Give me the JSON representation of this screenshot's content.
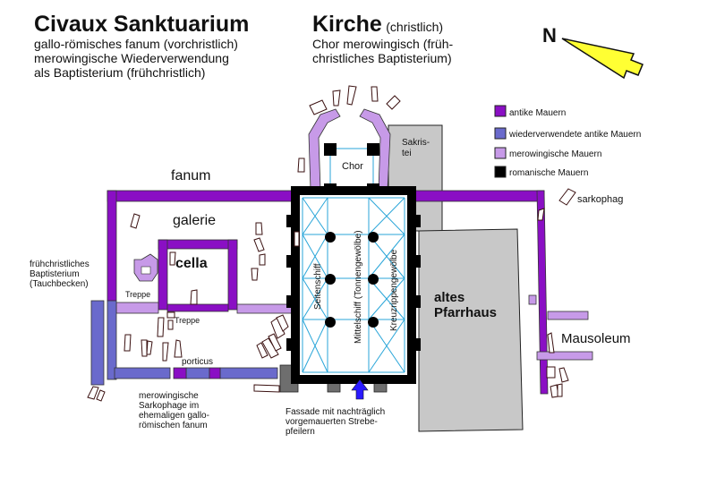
{
  "title_left": {
    "heading": "Civaux Sanktuarium",
    "lines": [
      "gallo-römisches  fanum (vorchristlich)",
      "merowingische Wiederverwendung",
      "als Baptisterium (frühchristlich)"
    ]
  },
  "title_right": {
    "heading": "Kirche",
    "heading_note": "(christlich)",
    "lines": [
      "Chor merowingisch (früh-",
      "christliches Baptisterium)"
    ]
  },
  "north_arrow": {
    "label": "N",
    "color": "#ffff33"
  },
  "legend": {
    "items": [
      {
        "label": "antike Mauern",
        "color": "#8a0fc4"
      },
      {
        "label": "wiederverwendete antike Mauern",
        "color": "#6a6acc"
      },
      {
        "label": "merowingische Mauern",
        "color": "#c79ae8"
      },
      {
        "label": "romanische Mauern",
        "color": "#000000"
      }
    ],
    "sarkophag_label": "sarkophag"
  },
  "labels": {
    "fanum": "fanum",
    "galerie": "galerie",
    "cella": "cella",
    "treppe1": "Treppe",
    "treppe2": "Treppe",
    "porticus": "porticus",
    "baptisterium": [
      "frühchristliches",
      "Baptisterium",
      "(Tauchbecken)"
    ],
    "sarkophage": [
      "merowingische",
      "Sarkophage im",
      "ehemaligen gallo-",
      "römischen fanum"
    ],
    "chor": "Chor",
    "sakristei": [
      "Sakris-",
      "tei"
    ],
    "seitenschiff": "Seitenschiff",
    "mittelschiff": "Mittelschiff (Tonnengewölbe)",
    "kreuzrippen": "Kreuzrippengewölbe",
    "pfarrhaus": [
      "altes",
      "Pfarrhaus"
    ],
    "mausoleum": "Mausoleum",
    "fassade": [
      "Fassade mit nachträglich",
      "vorgemauerten Strebe-",
      "pfeilern"
    ]
  },
  "colors": {
    "antik": "#8a0fc4",
    "wieder": "#6a6acc",
    "merow": "#c79ae8",
    "roman": "#000000",
    "grey_building": "#c8c8c8",
    "dark_grey": "#6e6e6e",
    "vault_lines": "#2aa6d9",
    "entrance_arrow": "#2a1aff"
  }
}
